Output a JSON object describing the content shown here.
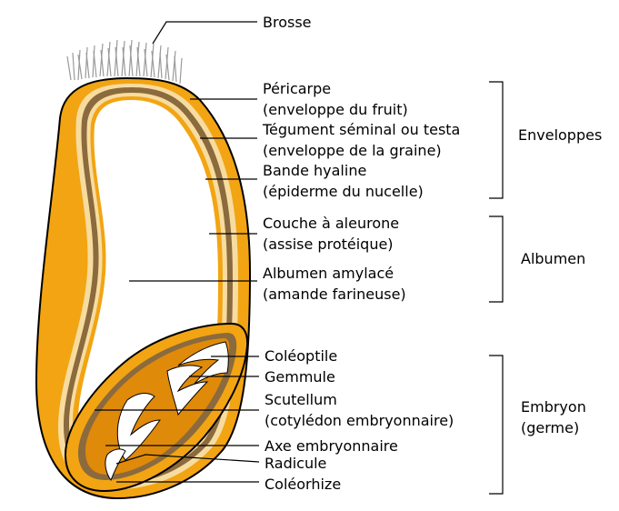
{
  "labels": {
    "brosse": "Brosse",
    "pericarpe": "Péricarpe",
    "pericarpe_sub": "(enveloppe du fruit)",
    "tegument": "Tégument séminal ou testa",
    "tegument_sub": "(enveloppe de la graine)",
    "bande": "Bande hyaline",
    "bande_sub": "(épiderme du nucelle)",
    "aleurone": "Couche à aleurone",
    "aleurone_sub": "(assise protéique)",
    "amylace": "Albumen amylacé",
    "amylace_sub": "(amande farineuse)",
    "coleoptile": "Coléoptile",
    "gemmule": "Gemmule",
    "scutellum": "Scutellum",
    "scutellum_sub": "(cotylédon embryonnaire)",
    "axe": "Axe embryonnaire",
    "radicule": "Radicule",
    "coleorhize": "Coléorhize"
  },
  "groups": {
    "enveloppes": "Enveloppes",
    "albumen": "Albumen",
    "embryon": "Embryon",
    "embryon_sub": "(germe)"
  },
  "colors": {
    "outer": "#f2a413",
    "outline": "#000000",
    "brown_layer": "#8b6a3d",
    "cream_layer": "#f7dca0",
    "embryo_dark": "#e08a0a",
    "brush": "#9a9a9a"
  }
}
